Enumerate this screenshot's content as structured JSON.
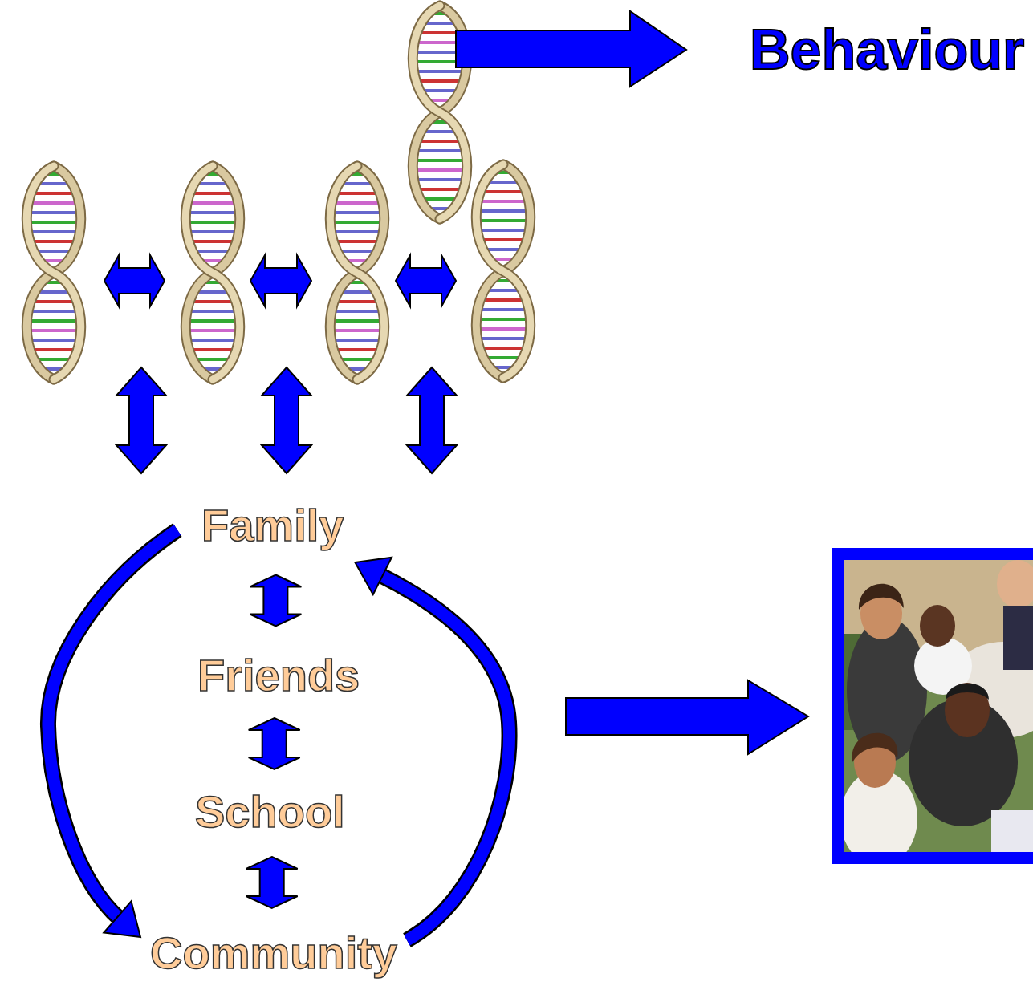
{
  "diagram": {
    "nodes": [
      {
        "text": [
          "Behaviour"
        ]
      },
      {
        "text": [
          "Family"
        ]
      },
      {
        "text": [
          "Friends"
        ]
      },
      {
        "text": [
          "School"
        ]
      },
      {
        "text": [
          "Community"
        ]
      }
    ],
    "edges": [
      {
        "from": 1,
        "to": 2,
        "arrow": "both"
      },
      {
        "from": 2,
        "to": 3,
        "arrow": "both"
      },
      {
        "from": 3,
        "to": 4,
        "arrow": "both"
      },
      {
        "from": 1,
        "to": 4,
        "arrow": "to"
      },
      {
        "from": 4,
        "to": 1,
        "arrow": "to"
      }
    ]
  }
}
